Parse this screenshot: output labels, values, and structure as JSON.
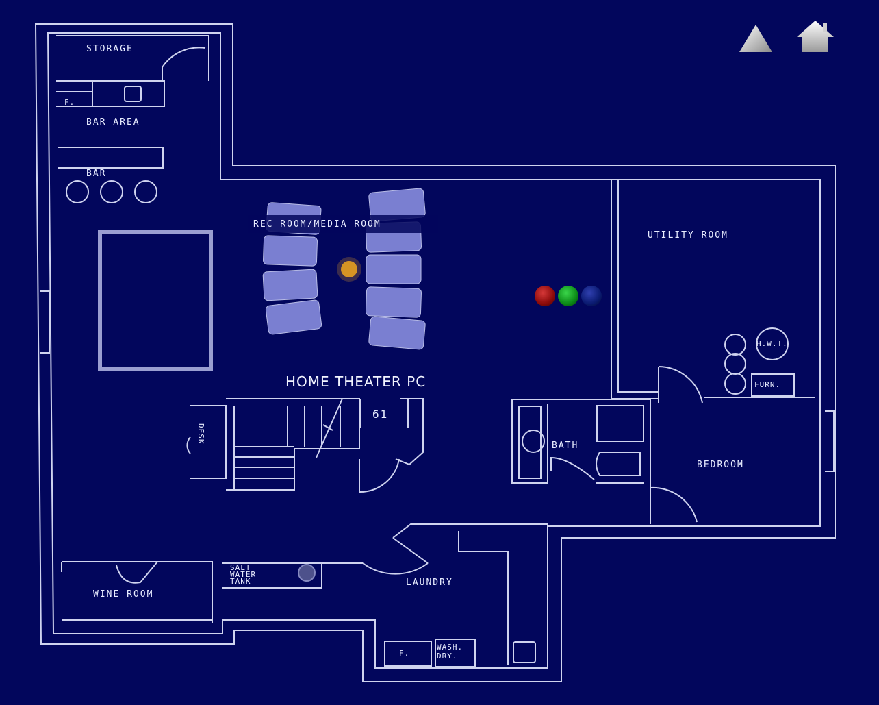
{
  "nav": {
    "up_icon": "triangle-up-icon",
    "home_icon": "home-icon"
  },
  "rooms": {
    "storage": "STORAGE",
    "bar_area": "BAR AREA",
    "bar": "BAR",
    "rec_room": "REC ROOM/MEDIA ROOM",
    "utility_room": "UTILITY ROOM",
    "bath": "BATH",
    "bedroom": "BEDROOM",
    "wine_room": "WINE ROOM",
    "laundry": "LAUNDRY",
    "desk": "DESK",
    "salt_water_tank": "SALT WATER TANK",
    "hwt": "H.W.T.",
    "furn": "FURN.",
    "fridge_bar": "F.",
    "fridge_laundry": "F.",
    "wash_dry": "WASH. DRY."
  },
  "devices": {
    "home_theater_pc": "HOME THEATER PC",
    "channel": "61"
  },
  "lights": {
    "red": "#8b0a0a",
    "green": "#0b8a16",
    "blue": "#0a1a70"
  },
  "colors": {
    "background": "#02065c",
    "lines": "#e6eaff",
    "seats": "#8f95e6"
  }
}
